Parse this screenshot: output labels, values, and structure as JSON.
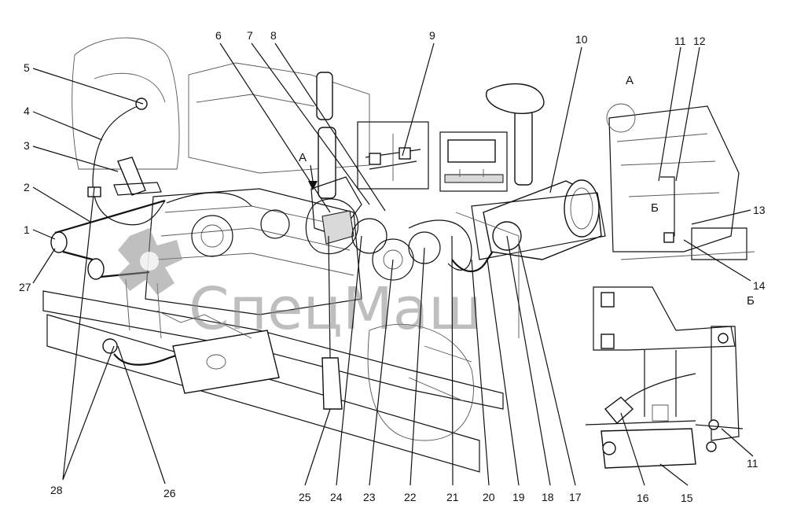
{
  "watermark": "СпецМаш",
  "views": {
    "a": "А",
    "b_inset": "Б",
    "b_detail": "Б",
    "arrow_a": "А"
  },
  "callouts": {
    "c1": "1",
    "c2": "2",
    "c3": "3",
    "c4": "4",
    "c5": "5",
    "c6": "6",
    "c7": "7",
    "c8": "8",
    "c9": "9",
    "c10": "10",
    "c11_top": "11",
    "c11_bottom": "11",
    "c12": "12",
    "c13": "13",
    "c14": "14",
    "c15": "15",
    "c16": "16",
    "c17": "17",
    "c18": "18",
    "c19": "19",
    "c20": "20",
    "c21": "21",
    "c22": "22",
    "c23": "23",
    "c24": "24",
    "c25": "25",
    "c26": "26",
    "c27": "27",
    "c28": "28"
  },
  "colors": {
    "line": "#111111",
    "watermark": "#8a8a8a",
    "background": "#ffffff"
  }
}
